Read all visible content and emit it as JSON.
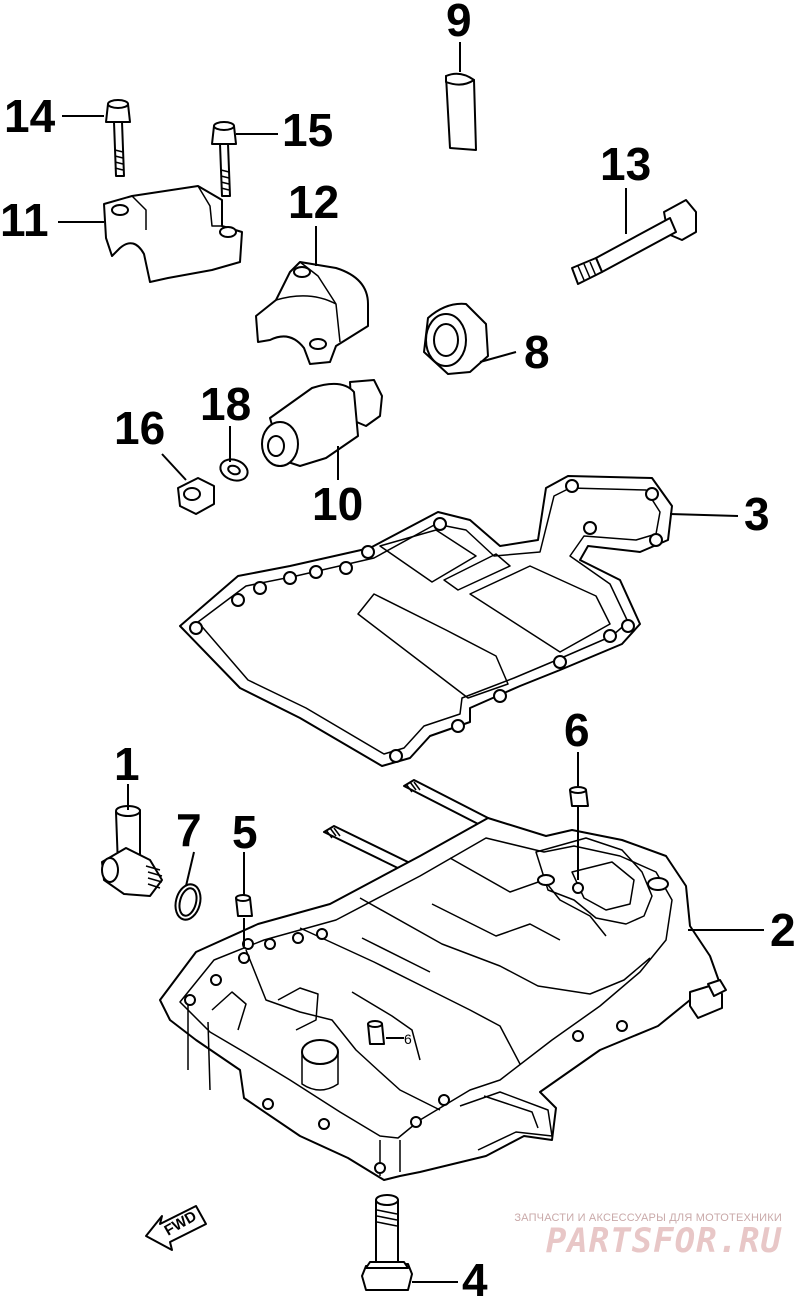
{
  "callouts": {
    "c1": "1",
    "c2": "2",
    "c3": "3",
    "c4": "4",
    "c5": "5",
    "c6": "6",
    "c7": "7",
    "c8": "8",
    "c9": "9",
    "c10": "10",
    "c11": "11",
    "c12": "12",
    "c13": "13",
    "c14": "14",
    "c15": "15",
    "c16": "16",
    "c18": "18",
    "c6_inline": "6"
  },
  "forward_mark": "FWD",
  "watermark": {
    "caption": "ЗАПЧАСТИ И АКСЕССУАРЫ ДЛЯ МОТОТЕХНИКИ",
    "logo": "PARTSFOR.RU"
  }
}
